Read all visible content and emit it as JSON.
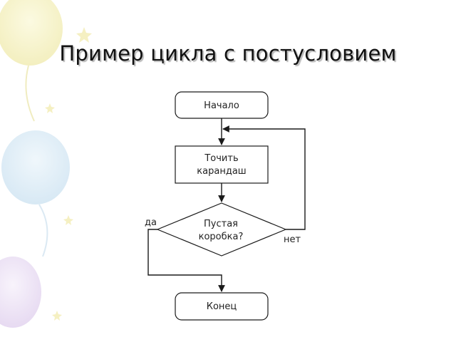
{
  "slide": {
    "title": "Пример цикла с постусловием"
  },
  "flowchart": {
    "nodes": {
      "start": "Начало",
      "process_line1": "Точить",
      "process_line2": "карандаш",
      "decision_line1": "Пустая",
      "decision_line2": "коробка?",
      "end": "Конец"
    },
    "edges": {
      "yes_label": "да",
      "no_label": "нет"
    }
  },
  "colors": {
    "stroke": "#1a1a1a",
    "balloon_yellow": "#f6f2c4",
    "balloon_blue": "#dcebf5",
    "balloon_purple": "#ece2f4"
  }
}
